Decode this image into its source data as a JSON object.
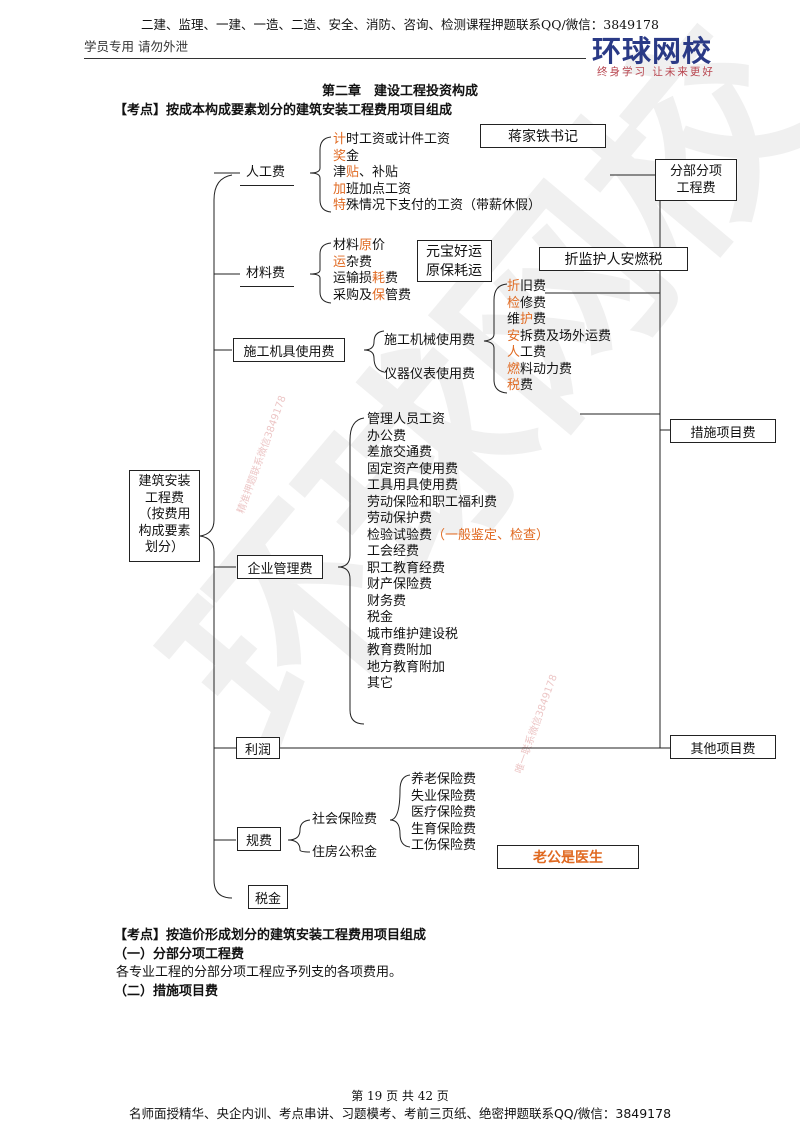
{
  "header": {
    "top_text": "二建、监理、一建、一造、二造、安全、消防、咨询、检测课程押题联系QQ/微信：3849178",
    "left_text": "学员专用 请勿外泄",
    "logo_main": "环球网校",
    "logo_sub": "终身学习 让未来更好"
  },
  "chapter_title": "第二章　建设工程投资构成",
  "section1_title": "【考点】按成本构成要素划分的建筑安装工程费用项目组成",
  "diagram": {
    "root": [
      "建筑安装",
      "工程费",
      "（按费用",
      "构成要素",
      "划分）"
    ],
    "labor": {
      "label": "人工费",
      "items": [
        {
          "hl": "计",
          "rest": "时工资或计件工资"
        },
        {
          "hl": "奖",
          "rest": "金"
        },
        {
          "pre": "津",
          "hl": "贴",
          "rest": "、补贴"
        },
        {
          "hl": "加",
          "rest": "班加点工资"
        },
        {
          "hl": "特",
          "rest": "殊情况下支付的工资（带薪休假）"
        }
      ],
      "mnemonic": "蒋家铁书记"
    },
    "material": {
      "label": "材料费",
      "items": [
        {
          "pre": "材料",
          "hl": "原",
          "rest": "价"
        },
        {
          "hl": "运",
          "rest": "杂费"
        },
        {
          "pre": "运输损",
          "hl": "耗",
          "rest": "费"
        },
        {
          "pre": "采购及",
          "hl": "保",
          "rest": "管费"
        }
      ],
      "mnemonic": [
        "元宝好运",
        "原保耗运"
      ]
    },
    "machine": {
      "label": "施工机具使用费",
      "sub1": "施工机械使用费",
      "sub2": "仪器仪表使用费",
      "mnemonic": "折监护人安燃税",
      "items": [
        {
          "hl": "折",
          "rest": "旧费"
        },
        {
          "hl": "检",
          "rest": "修费"
        },
        {
          "pre": "维",
          "hl": "护",
          "rest": "费"
        },
        {
          "hl": "安",
          "rest": "拆费及场外运费"
        },
        {
          "hl": "人",
          "rest": "工费"
        },
        {
          "hl": "燃",
          "rest": "料动力费"
        },
        {
          "hl": "税",
          "rest": "费"
        }
      ]
    },
    "management": {
      "label": "企业管理费",
      "items": [
        "管理人员工资",
        "办公费",
        "差旅交通费",
        "固定资产使用费",
        "工具用具使用费",
        "劳动保险和职工福利费",
        "劳动保护费",
        "检验试验费",
        "工会经费",
        "职工教育经费",
        "财产保险费",
        "财务费",
        "税金",
        "城市维护建设税",
        "教育费附加",
        "地方教育附加",
        "其它"
      ],
      "note": "（一般鉴定、检查）"
    },
    "profit": {
      "label": "利润"
    },
    "fees": {
      "label": "规费",
      "social": "社会保险费",
      "housing": "住房公积金",
      "items": [
        "养老保险费",
        "失业保险费",
        "医疗保险费",
        "生育保险费",
        "工伤保险费"
      ],
      "mnemonic": "老公是医生"
    },
    "tax": {
      "label": "税金"
    },
    "right": {
      "a": [
        "分部分项",
        "工程费"
      ],
      "b": "措施项目费",
      "c": "其他项目费"
    }
  },
  "section2_title": "【考点】按造价形成划分的建筑安装工程费用项目组成",
  "sub1_title": "（一）分部分项工程费",
  "body_text": "各专业工程的分部分项工程应予列支的各项费用。",
  "sub2_title": "（二）措施项目费",
  "footer": {
    "page_text": "第 19 页 共 42 页",
    "bottom_text": "名师面授精华、央企内训、考点串讲、习题模考、考前三页纸、绝密押题联系QQ/微信：3849178"
  },
  "watermark": {
    "big": "环球网校",
    "small1": "精准押题联系微信3849178",
    "small2": "唯一联系微信3849178"
  },
  "colors": {
    "highlight": "#e06a22",
    "logo": "#2a3a86",
    "logo_sub": "#b8454f"
  }
}
